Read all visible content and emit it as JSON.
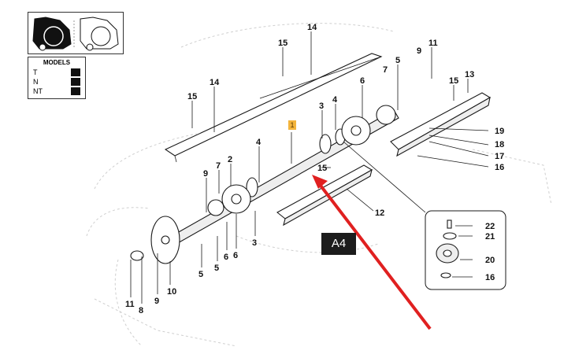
{
  "models_panel": {
    "title": "MODELS",
    "rows": [
      "T",
      "N",
      "NT"
    ]
  },
  "sheet_label": "A4",
  "highlight_number": "1",
  "part_numbers": {
    "n14_top": "14",
    "n15_top": "15",
    "n14_left": "14",
    "n15_left": "15",
    "n5_top": "5",
    "n9_top": "9",
    "n11_top": "11",
    "n7_top": "7",
    "n6_top": "6",
    "n3_top": "3",
    "n4_top": "4",
    "n15_right": "15",
    "n13": "13",
    "n19": "19",
    "n18": "18",
    "n17": "17",
    "n16_right": "16",
    "n4_mid": "4",
    "n2": "2",
    "n7_mid": "7",
    "n9_mid": "9",
    "n15_mid": "15",
    "n12": "12",
    "n22": "22",
    "n21": "21",
    "n20": "20",
    "n16_inset": "16",
    "n5_a": "5",
    "n5_b": "5",
    "n6_a": "6",
    "n6_b": "6",
    "n3_mid": "3",
    "n11_bottom": "11",
    "n8": "8",
    "n9_bottom": "9",
    "n10": "10"
  }
}
